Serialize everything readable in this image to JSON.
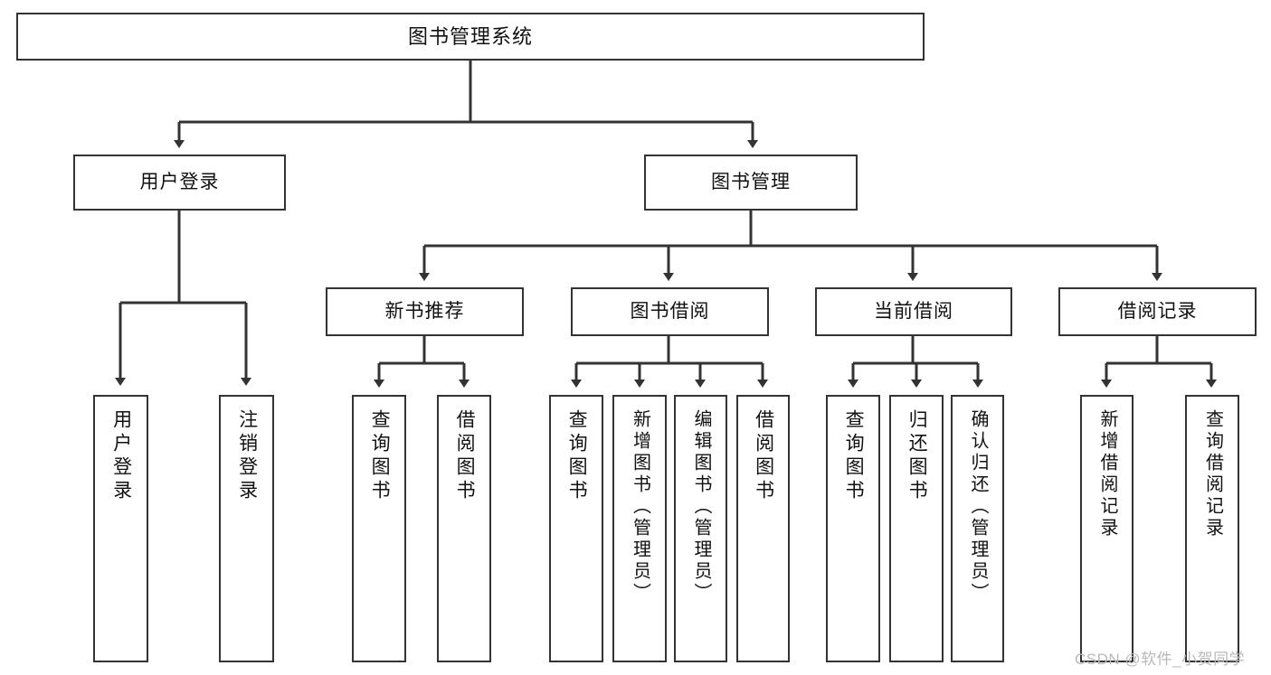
{
  "diagram": {
    "title": "图书管理系统",
    "root": {
      "label": "图书管理系统"
    },
    "level2": [
      {
        "label": "用户登录"
      },
      {
        "label": "图书管理"
      }
    ],
    "level3": [
      {
        "label": "新书推荐"
      },
      {
        "label": "图书借阅"
      },
      {
        "label": "当前借阅"
      },
      {
        "label": "借阅记录"
      }
    ],
    "leaves": {
      "user_login": [
        {
          "label": "用户登录"
        },
        {
          "label": "注销登录"
        }
      ],
      "new_book_recommend": [
        {
          "label": "查询图书"
        },
        {
          "label": "借阅图书"
        }
      ],
      "book_borrow": [
        {
          "label": "查询图书"
        },
        {
          "label": "新增图书（管理员）"
        },
        {
          "label": "编辑图书（管理员）"
        },
        {
          "label": "借阅图书"
        }
      ],
      "current_borrow": [
        {
          "label": "查询图书"
        },
        {
          "label": "归还图书"
        },
        {
          "label": "确认归还（管理员）"
        }
      ],
      "borrow_record": [
        {
          "label": "新增借阅记录"
        },
        {
          "label": "查询借阅记录"
        }
      ]
    },
    "watermark": "CSDN @软件_小贺同学",
    "colors": {
      "border": "#333333",
      "background": "#ffffff",
      "text": "#111111",
      "watermark": "#b9b9b9"
    }
  }
}
